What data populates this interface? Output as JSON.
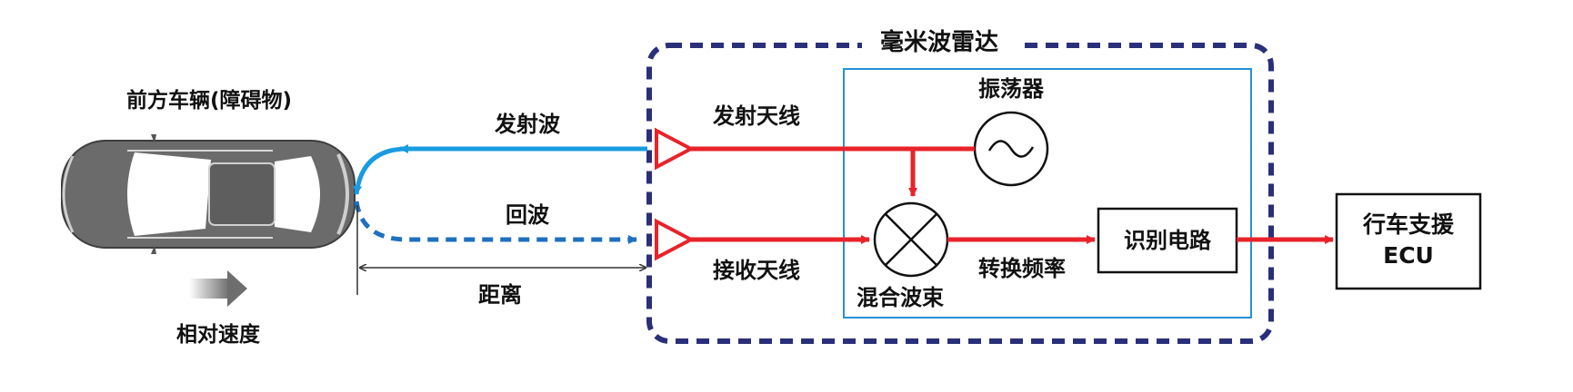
{
  "labels": {
    "radar_title": "毫米波雷达",
    "front_vehicle": "前方车辆(障碍物)",
    "relative_speed": "相对速度",
    "transmit_wave": "发射波",
    "echo_wave": "回波",
    "distance": "距离",
    "transmit_antenna": "发射天线",
    "receive_antenna": "接收天线",
    "oscillator": "振荡器",
    "mixer": "混合波束",
    "frequency_conversion": "转换频率",
    "recognition_circuit": "识别电路",
    "ecu_line1": "行车支援",
    "ecu_line2": "ECU"
  },
  "colors": {
    "radar_border": "#2a2f7a",
    "inner_box": "#2a8fd6",
    "signal_red": "#e8232a",
    "wave_blue": "#1a9be0",
    "echo_blue": "#1f6fbf",
    "car_body": "#6b6b6b"
  }
}
